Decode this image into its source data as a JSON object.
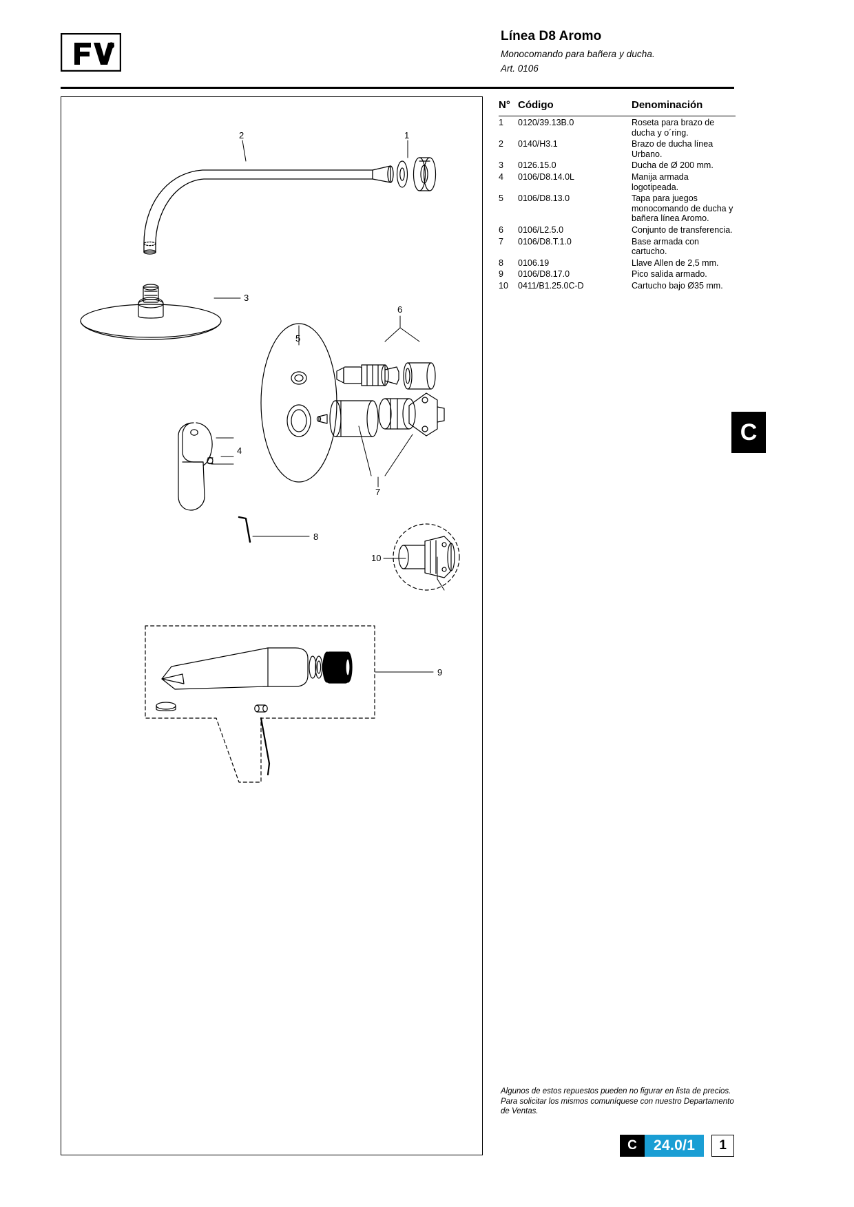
{
  "header": {
    "logo_alt": "fv-logo",
    "title": "Línea D8 Aromo",
    "subtitle": "Monocomando para bañera y ducha.",
    "article": "Art. 0106"
  },
  "table": {
    "columns": {
      "number": "N°",
      "code": "Código",
      "denomination": "Denominación"
    },
    "rows": [
      {
        "n": "1",
        "code": "0120/39.13B.0",
        "denomination": "Roseta para brazo de ducha y o´ring."
      },
      {
        "n": "2",
        "code": "0140/H3.1",
        "denomination": "Brazo de ducha línea Urbano."
      },
      {
        "n": "3",
        "code": "0126.15.0",
        "denomination": "Ducha de Ø 200 mm."
      },
      {
        "n": "4",
        "code": "0106/D8.14.0L",
        "denomination": "Manija armada logotipeada."
      },
      {
        "n": "5",
        "code": "0106/D8.13.0",
        "denomination": "Tapa para juegos monocomando de ducha y bañera línea Aromo."
      },
      {
        "n": "6",
        "code": "0106/L2.5.0",
        "denomination": "Conjunto de transferencia."
      },
      {
        "n": "7",
        "code": "0106/D8.T.1.0",
        "denomination": "Base armada con cartucho."
      },
      {
        "n": "8",
        "code": "0106.19",
        "denomination": "Llave Allen de 2,5 mm."
      },
      {
        "n": "9",
        "code": "0106/D8.17.0",
        "denomination": "Pico salida armado."
      },
      {
        "n": "10",
        "code": "0411/B1.25.0C-D",
        "denomination": "Cartucho bajo Ø35 mm."
      }
    ]
  },
  "drawing": {
    "callouts": [
      "1",
      "2",
      "3",
      "4",
      "5",
      "6",
      "7",
      "8",
      "9",
      "10"
    ]
  },
  "side_tab": {
    "letter": "C"
  },
  "footer": {
    "note": "Algunos de estos repuestos pueden no figurar en lista de precios. Para solicitar los mismos comuníquese con nuestro Departamento de Ventas."
  },
  "page_badge": {
    "letter": "C",
    "section": "24.0/1",
    "page": "1",
    "section_color": "#1a9ed4"
  }
}
